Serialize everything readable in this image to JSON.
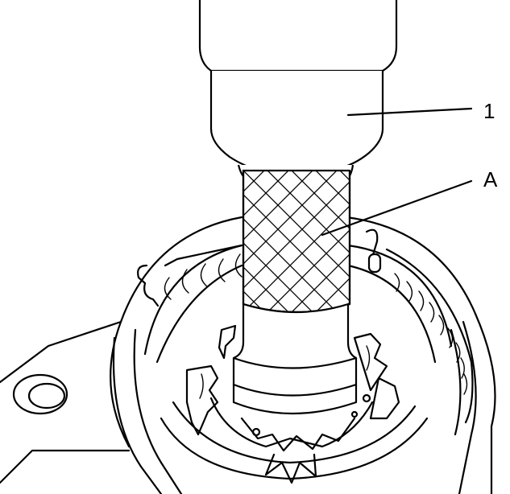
{
  "callouts": [
    {
      "id": "1",
      "label": "1"
    },
    {
      "id": "A",
      "label": "A"
    }
  ],
  "colors": {
    "line": "#000000",
    "background": "#ffffff"
  }
}
